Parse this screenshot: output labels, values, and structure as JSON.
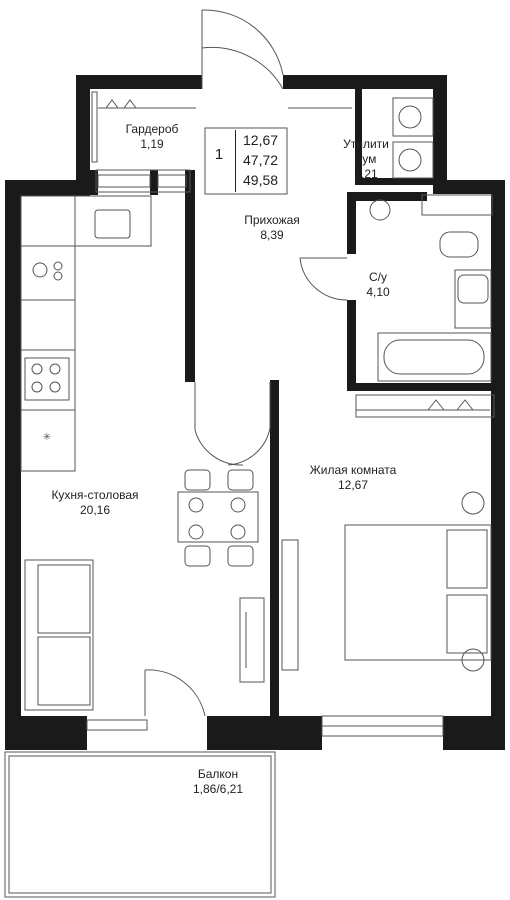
{
  "summary": {
    "rooms_count": "1",
    "areas": [
      "12,67",
      "47,72",
      "49,58"
    ]
  },
  "rooms": {
    "wardrobe": {
      "name": "Гардероб",
      "area": "1,19"
    },
    "utility": {
      "name_line1": "Утилити",
      "name_line2": "рум",
      "area": "1,21"
    },
    "hallway": {
      "name": "Прихожая",
      "area": "8,39"
    },
    "bathroom": {
      "name": "С/у",
      "area": "4,10"
    },
    "kitchen": {
      "name": "Кухня-столовая",
      "area": "20,16"
    },
    "living": {
      "name": "Жилая комната",
      "area": "12,67"
    },
    "balcony": {
      "name": "Балкон",
      "area": "1,86/6,21"
    }
  },
  "colors": {
    "wall": "#1a1a1a",
    "line": "#555555",
    "text": "#222222"
  }
}
